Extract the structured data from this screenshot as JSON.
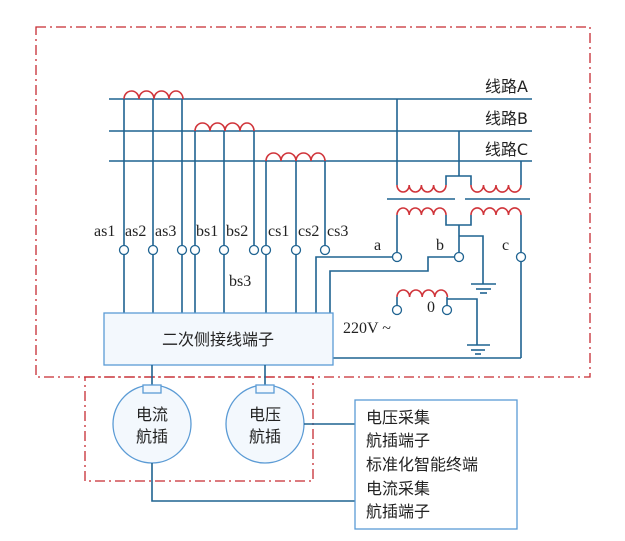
{
  "lines": {
    "a": "线路A",
    "b": "线路B",
    "c": "线路C"
  },
  "ct_terminals": [
    "as1",
    "as2",
    "as3",
    "bs1",
    "bs2",
    "bs3",
    "cs1",
    "cs2",
    "cs3"
  ],
  "pt_terminals": {
    "a": "a",
    "b": "b",
    "c": "c",
    "zero": "0"
  },
  "supply_label": "220V ~",
  "terminal_block": "二次侧接线端子",
  "connectors": {
    "current": [
      "电流",
      "航插"
    ],
    "voltage": [
      "电压",
      "航插"
    ]
  },
  "terminal_box": [
    "电压采集",
    "航插端子",
    "标准化智能终端",
    "电流采集",
    "航插端子"
  ],
  "colors": {
    "wire": "#1f6391",
    "coil": "#d0343a",
    "boundary": "#c62b32",
    "box_border": "#5b9bd5",
    "box_fill": "#f3f8fd"
  }
}
